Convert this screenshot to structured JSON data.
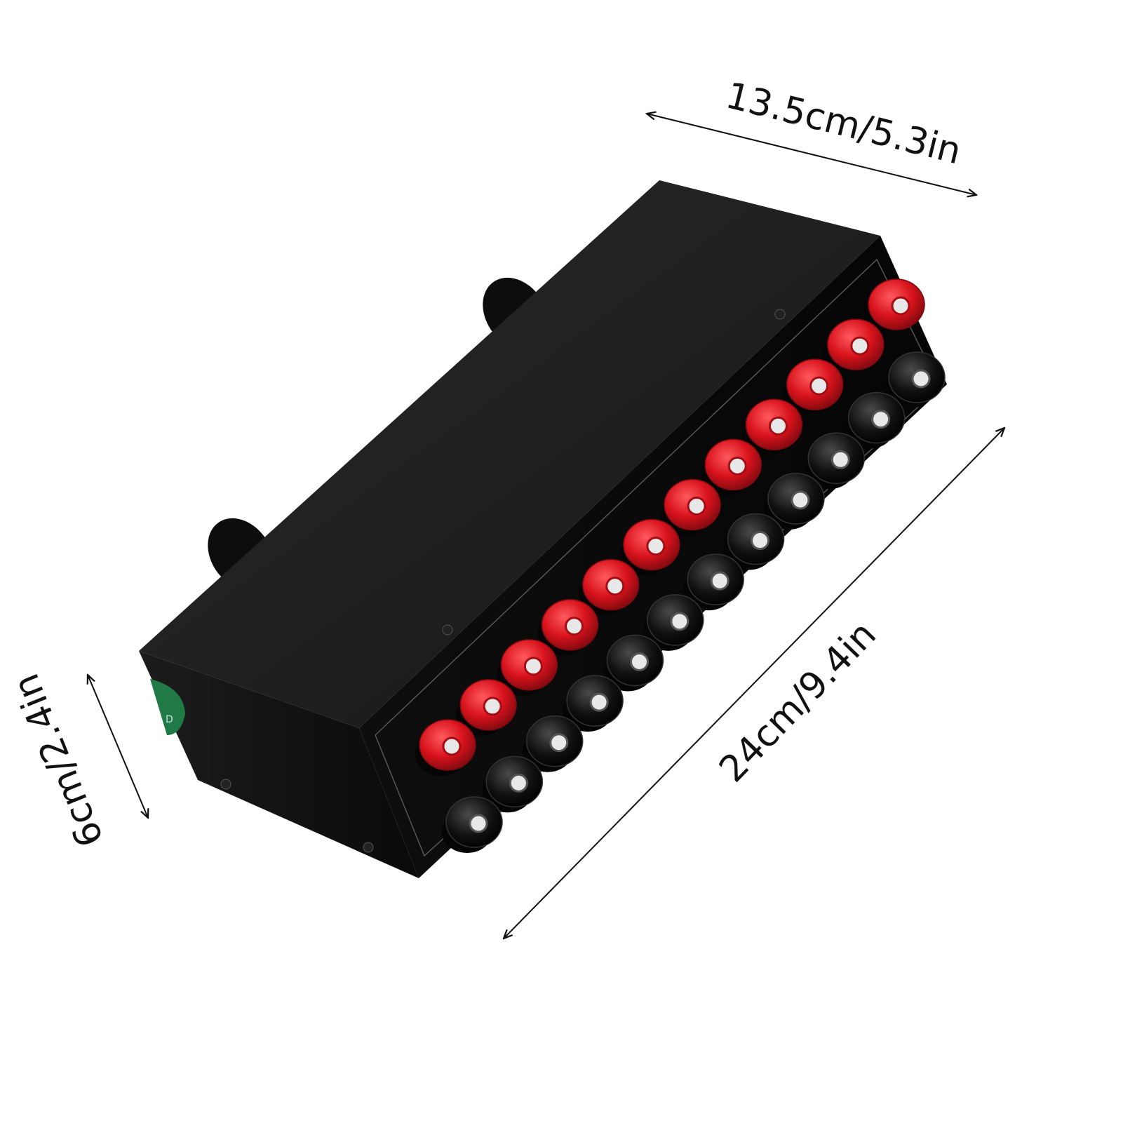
{
  "dimensions": {
    "width_label": "13.5cm/5.3in",
    "length_label": "24cm/9.4in",
    "height_label": "6cm/2.4in"
  },
  "product": {
    "body_color": "#141414",
    "red_terminal_color": "#d8121c",
    "black_terminal_color": "#0c0c0c",
    "red_terminal_count": 12,
    "black_terminal_count": 12
  }
}
